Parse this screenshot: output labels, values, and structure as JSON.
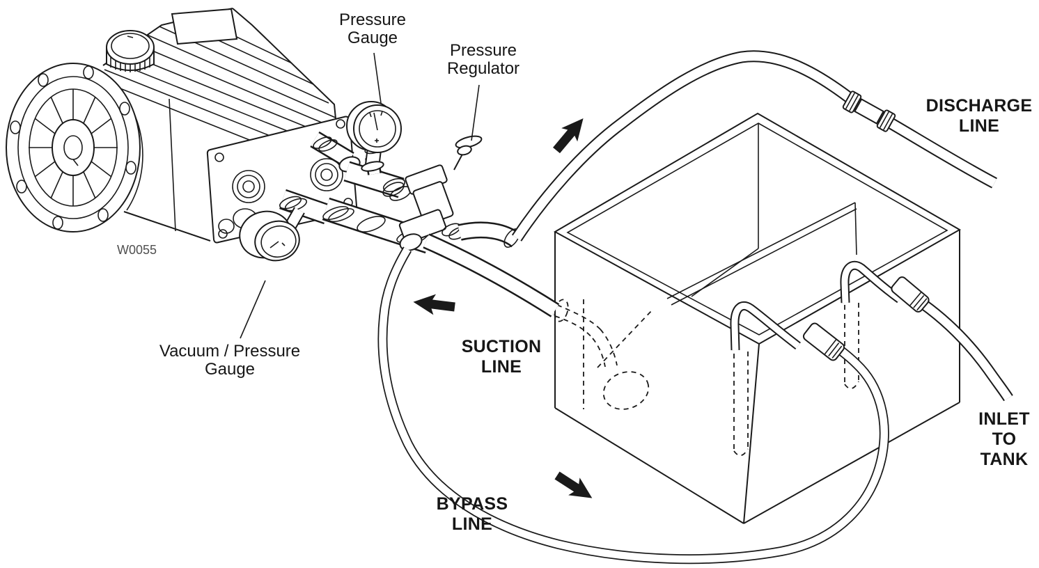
{
  "figure": {
    "code": "W0055",
    "labels": {
      "pressure_gauge": "Pressure\nGauge",
      "pressure_regulator": "Pressure\nRegulator",
      "discharge_line": "DISCHARGE\nLINE",
      "suction_line": "SUCTION\nLINE",
      "bypass_line": "BYPASS\nLINE",
      "inlet_to_tank": "INLET\nTO\nTANK",
      "vacuum_pressure_gauge": "Vacuum / Pressure\nGauge"
    },
    "colors": {
      "ink": "#1a1a1a",
      "code_text": "#4f4f4f",
      "background": "#ffffff"
    }
  }
}
